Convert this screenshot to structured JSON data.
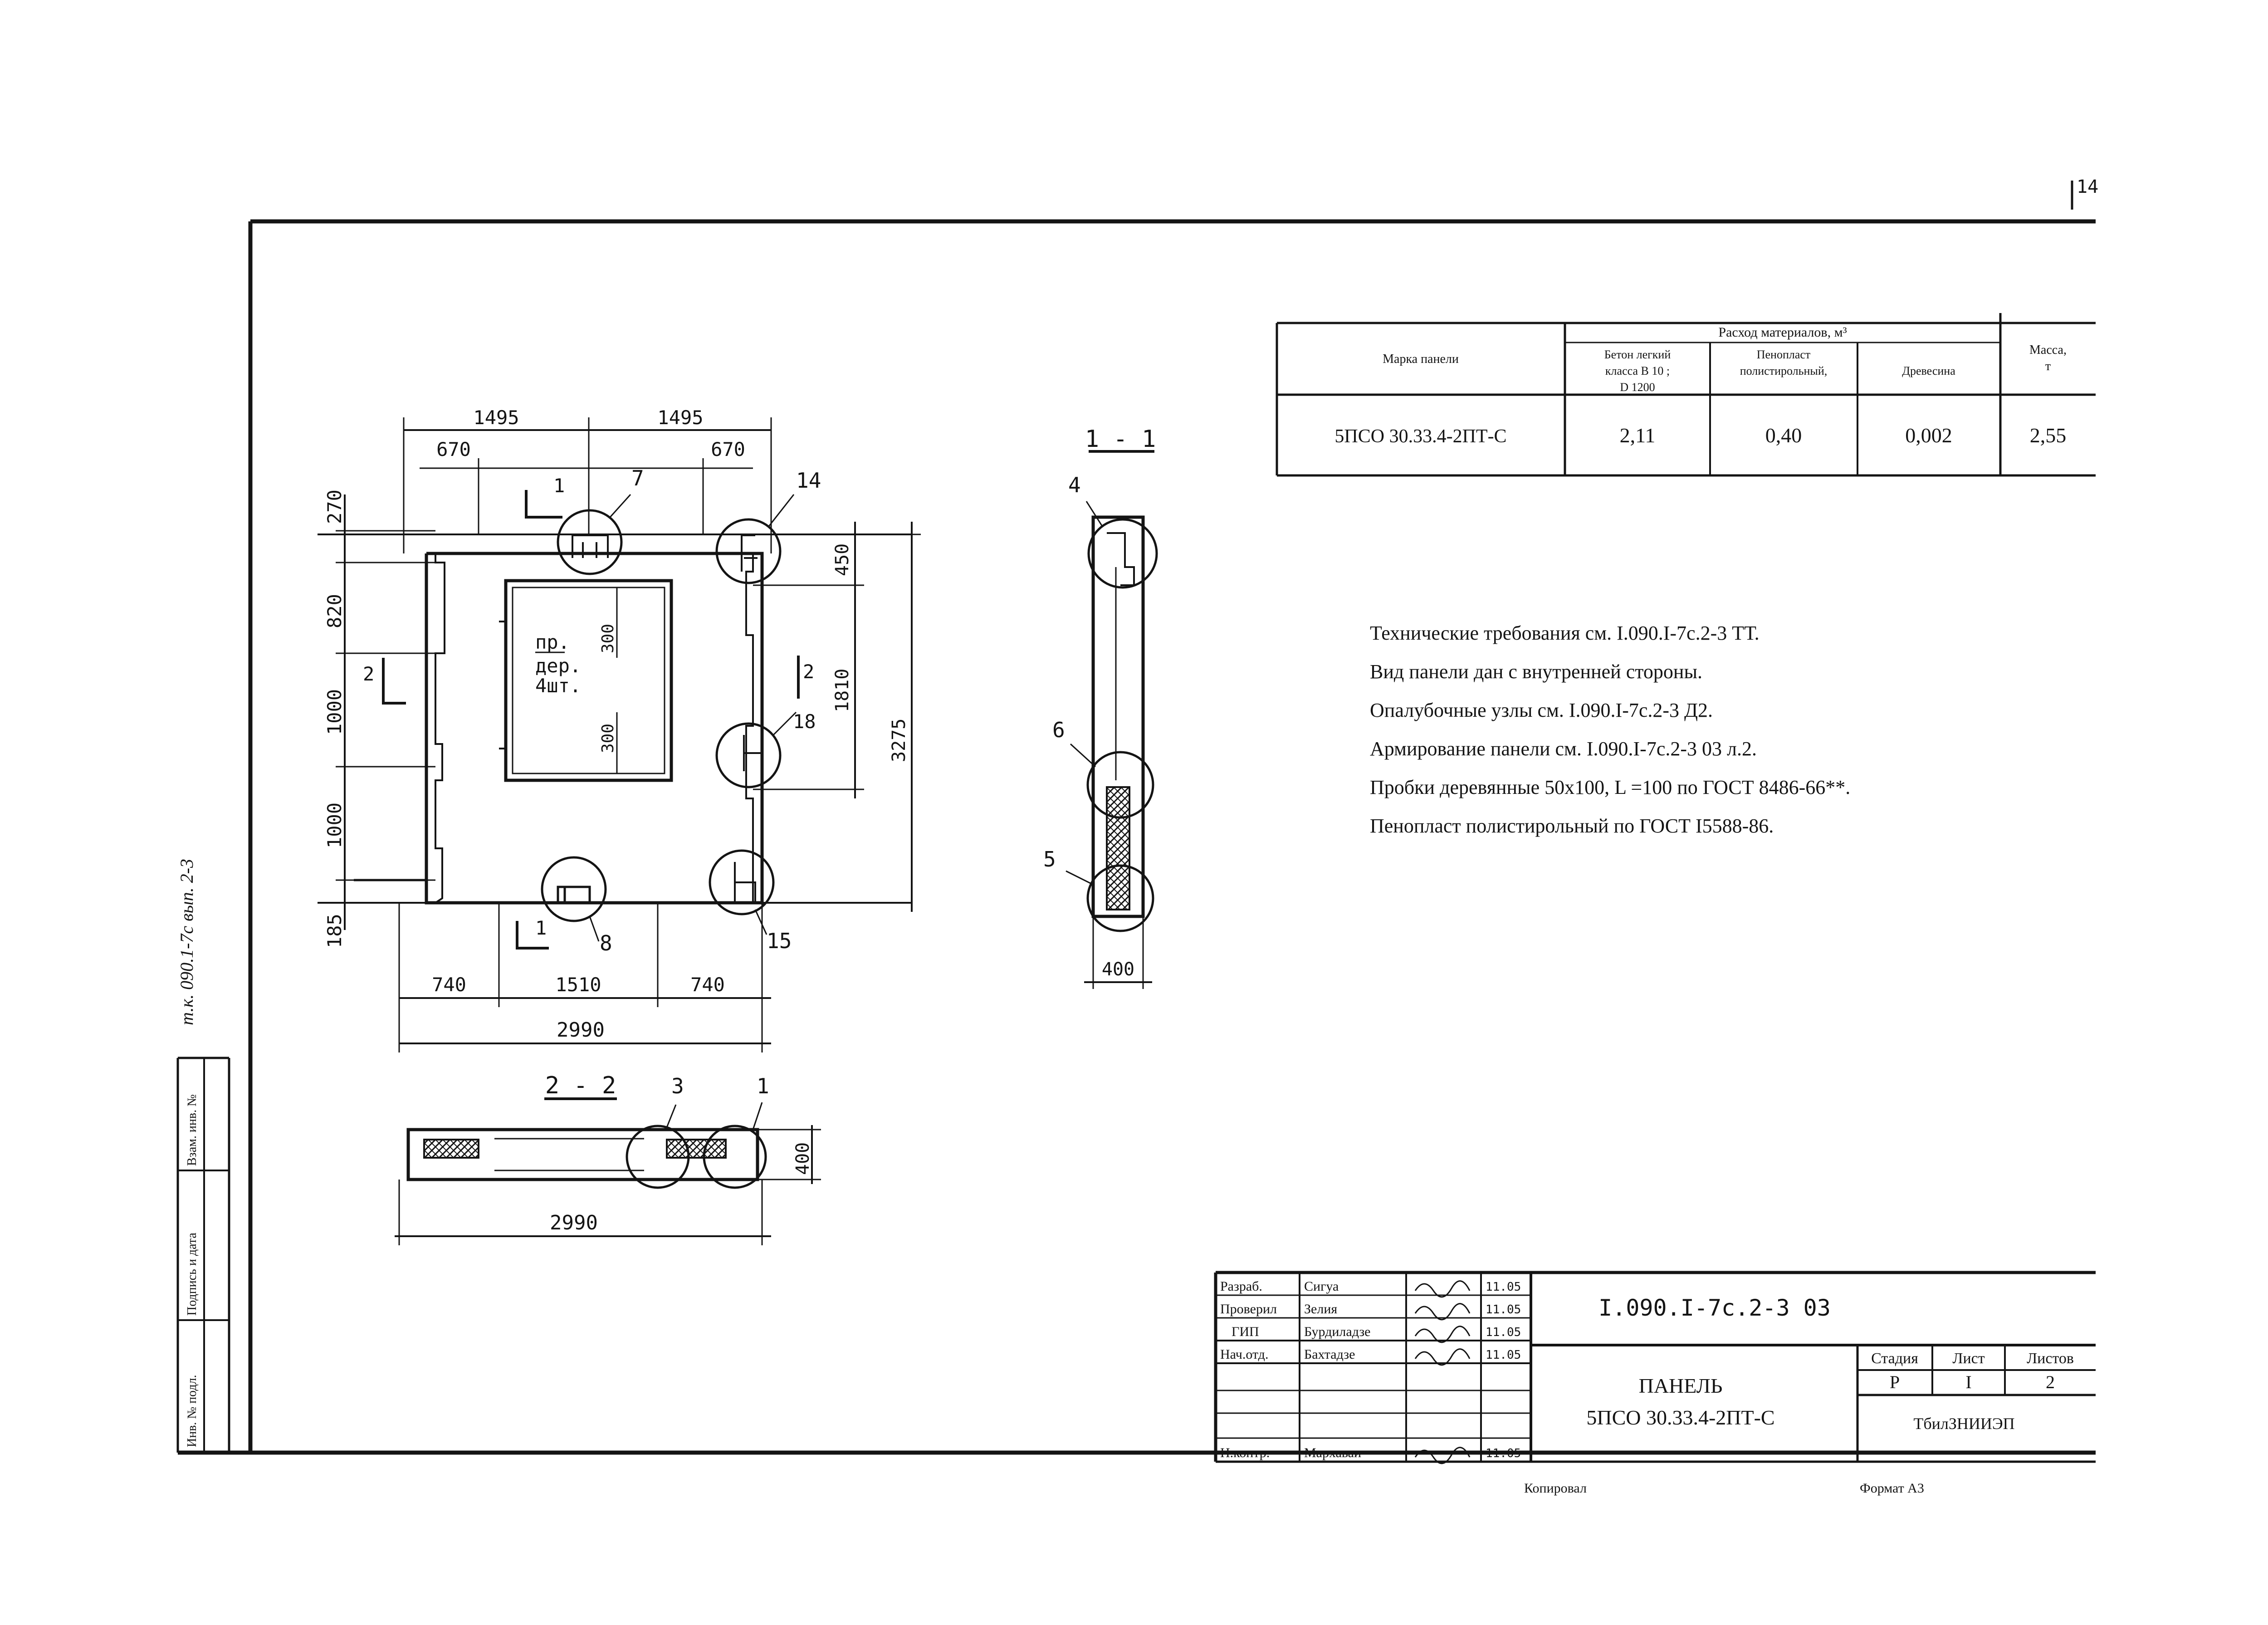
{
  "sheet_number": "14",
  "side_stamp": "т.к. 090.1-7с вып. 2-3",
  "binding_stamp": [
    "Инв. № подл.",
    "Подпись и дата",
    "Взам. инв. №"
  ],
  "materials_table": {
    "group_header": "Расход материалов, м³",
    "col_mark": "Марка панели",
    "col_concrete": [
      "Бетон легкий",
      "класса В 10 ;",
      "D 1200"
    ],
    "col_foam": [
      "Пенопласт",
      "полистирольный,"
    ],
    "col_wood": "Древесина",
    "col_mass": [
      "Масса,",
      "т"
    ],
    "row": {
      "mark": "5ПСО 30.33.4-2ПТ-С",
      "concrete": "2,11",
      "foam": "0,40",
      "wood": "0,002",
      "mass": "2,55"
    }
  },
  "notes": [
    "Технические требования см. I.090.I-7с.2-3 ТТ.",
    "Вид панели дан с внутренней стороны.",
    "Опалубочные узлы см. I.090.I-7с.2-3 Д2.",
    "Армирование панели см. I.090.I-7с.2-3 03 л.2.",
    "Пробки деревянные 50x100, L =100 по ГОСТ 8486-66**.",
    "Пенопласт полистирольный по ГОСТ I5588-86."
  ],
  "elevation": {
    "top_dims": [
      "1495",
      "1495"
    ],
    "sub_dims": [
      "670",
      "670"
    ],
    "left_dims": [
      "270",
      "820",
      "1000",
      "1000",
      "185"
    ],
    "right_dims": [
      "450",
      "1810",
      "3275"
    ],
    "bottom_dims": [
      "740",
      "1510",
      "740"
    ],
    "overall_width": "2990",
    "window_dims": [
      "300",
      "300"
    ],
    "wood_plug_note": [
      "пр.",
      "дер.",
      "4шт."
    ],
    "section_marks": [
      "1",
      "1",
      "2",
      "2"
    ],
    "callouts": [
      "7",
      "14",
      "18",
      "8",
      "15"
    ]
  },
  "section_1_1": {
    "title": "1 - 1",
    "callouts": [
      "4",
      "6",
      "5"
    ],
    "thickness": "400"
  },
  "section_2_2": {
    "title": "2 - 2",
    "callouts": [
      "3",
      "1"
    ],
    "thickness": "400",
    "width": "2990"
  },
  "title_block": {
    "doc_code": "I.090.I-7с.2-3 03",
    "roles": [
      "Разраб.",
      "Проверил",
      "ГИП",
      "Нач.отд.",
      "",
      "",
      "Н.контр."
    ],
    "names": [
      "Сигуа",
      "Зелия",
      "Бурдиладзе",
      "Бахтадзе",
      "",
      "",
      "Мархаваи"
    ],
    "dates": [
      "11.05",
      "11.05",
      "11.05",
      "11.05",
      "",
      "",
      "11.05"
    ],
    "product_title": "ПАНЕЛЬ",
    "product_mark": "5ПСО 30.33.4-2ПТ-С",
    "stage_label": "Стадия",
    "sheet_label": "Лист",
    "sheets_label": "Листов",
    "stage": "Р",
    "sheet": "I",
    "sheets": "2",
    "organization": "ТбилЗНИИЭП"
  },
  "footer": {
    "copied": "Копировал",
    "format": "Формат А3"
  }
}
